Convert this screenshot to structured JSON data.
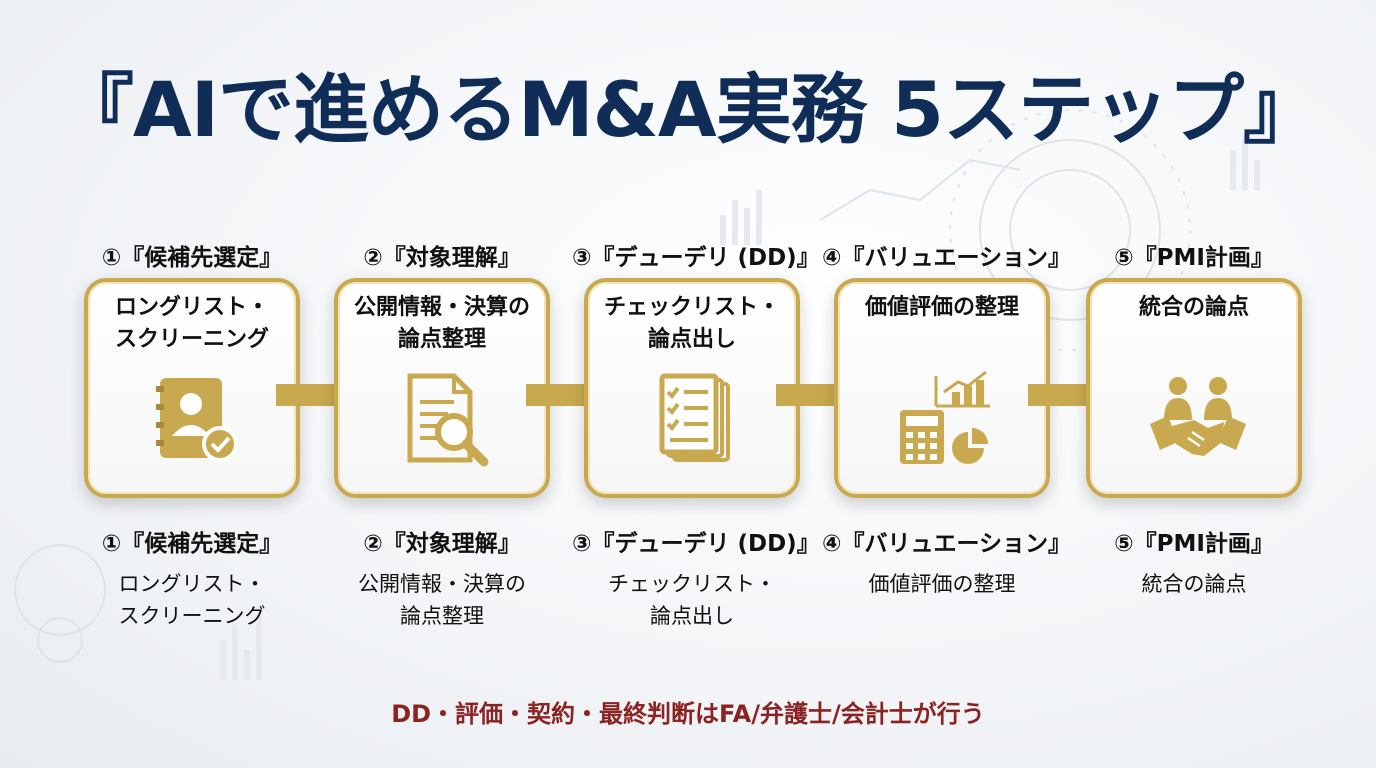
{
  "title": "『AIで進めるM&A実務 5ステップ』",
  "steps": [
    {
      "label": "①『候補先選定』",
      "desc_line1": "ロングリスト・",
      "desc_line2": "スクリーニング",
      "icon": "contact-book-check-icon"
    },
    {
      "label": "②『対象理解』",
      "desc_line1": "公開情報・決算の",
      "desc_line2": "論点整理",
      "icon": "document-magnifier-icon"
    },
    {
      "label": "③『デューデリ (DD)』",
      "desc_line1": "チェックリスト・",
      "desc_line2": "論点出し",
      "icon": "checklist-documents-icon"
    },
    {
      "label": "④『バリュエーション』",
      "desc_line1": "価値評価の整理",
      "desc_line2": "",
      "icon": "calculator-chart-icon"
    },
    {
      "label": "⑤『PMI計画』",
      "desc_line1": "統合の論点",
      "desc_line2": "",
      "icon": "handshake-people-icon"
    }
  ],
  "note": "DD・評価・契約・最終判断はFA/弁護士/会計士が行う",
  "colors": {
    "title": "#0f2d57",
    "gold": "#c9a94f",
    "note": "#8b2323"
  }
}
